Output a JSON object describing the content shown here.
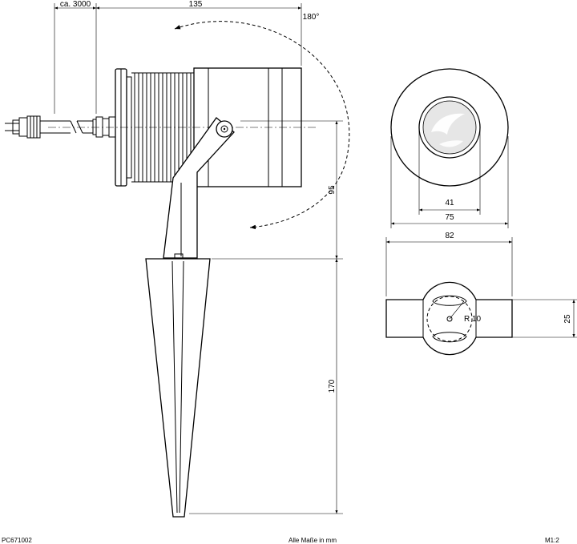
{
  "dimensions": {
    "cable_length": "ca. 3000",
    "head_length": "135",
    "rotation": "180°",
    "height_head": "95",
    "height_spike": "170",
    "lens_diameter": "41",
    "inner_diameter": "75",
    "outer_diameter": "82",
    "mount_width": "25",
    "slot_radius": "R 10"
  },
  "footer": {
    "article_number": "PC671002",
    "units_note": "Alle Maße in mm",
    "scale": "M1:2"
  }
}
